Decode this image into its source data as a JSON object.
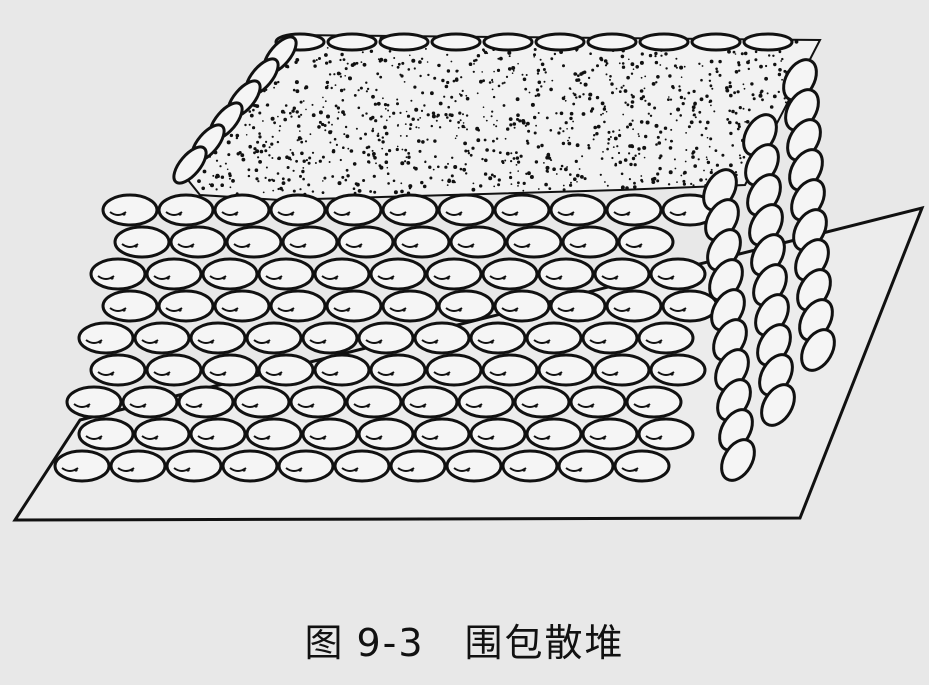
{
  "figure": {
    "caption_label": "图",
    "caption_number": "9-3",
    "caption_title": "围包散堆"
  },
  "colors": {
    "background": "#e8e8e8",
    "ink": "#111111",
    "fill_surface": "#f2f2f2"
  }
}
